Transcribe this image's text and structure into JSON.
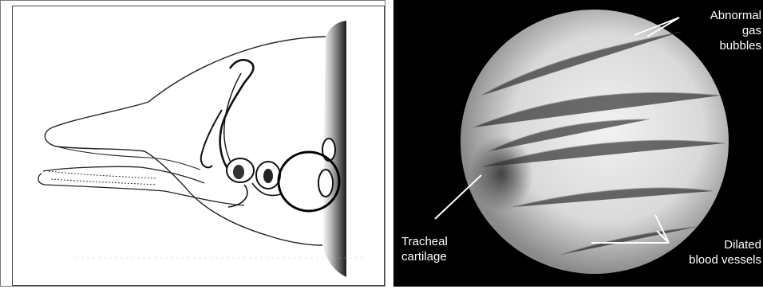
{
  "labels": {
    "abnormal_gas_bubbles": [
      "Abnormal",
      "gas",
      "bubbles"
    ],
    "tracheal_cartilage": [
      "Tracheal",
      "cartilage"
    ],
    "dilated_blood_vessels": [
      "Dilated",
      "blood vessels"
    ]
  },
  "colors": {
    "left_background": "#ffffff",
    "right_background": "#000000",
    "label_text": "#ffffff",
    "ink": "#111111"
  },
  "icons": {
    "dolphin_head_drawing": "illustration-dolphin-head",
    "trachea_endoscopy_image": "photo-endoscopic-view"
  }
}
